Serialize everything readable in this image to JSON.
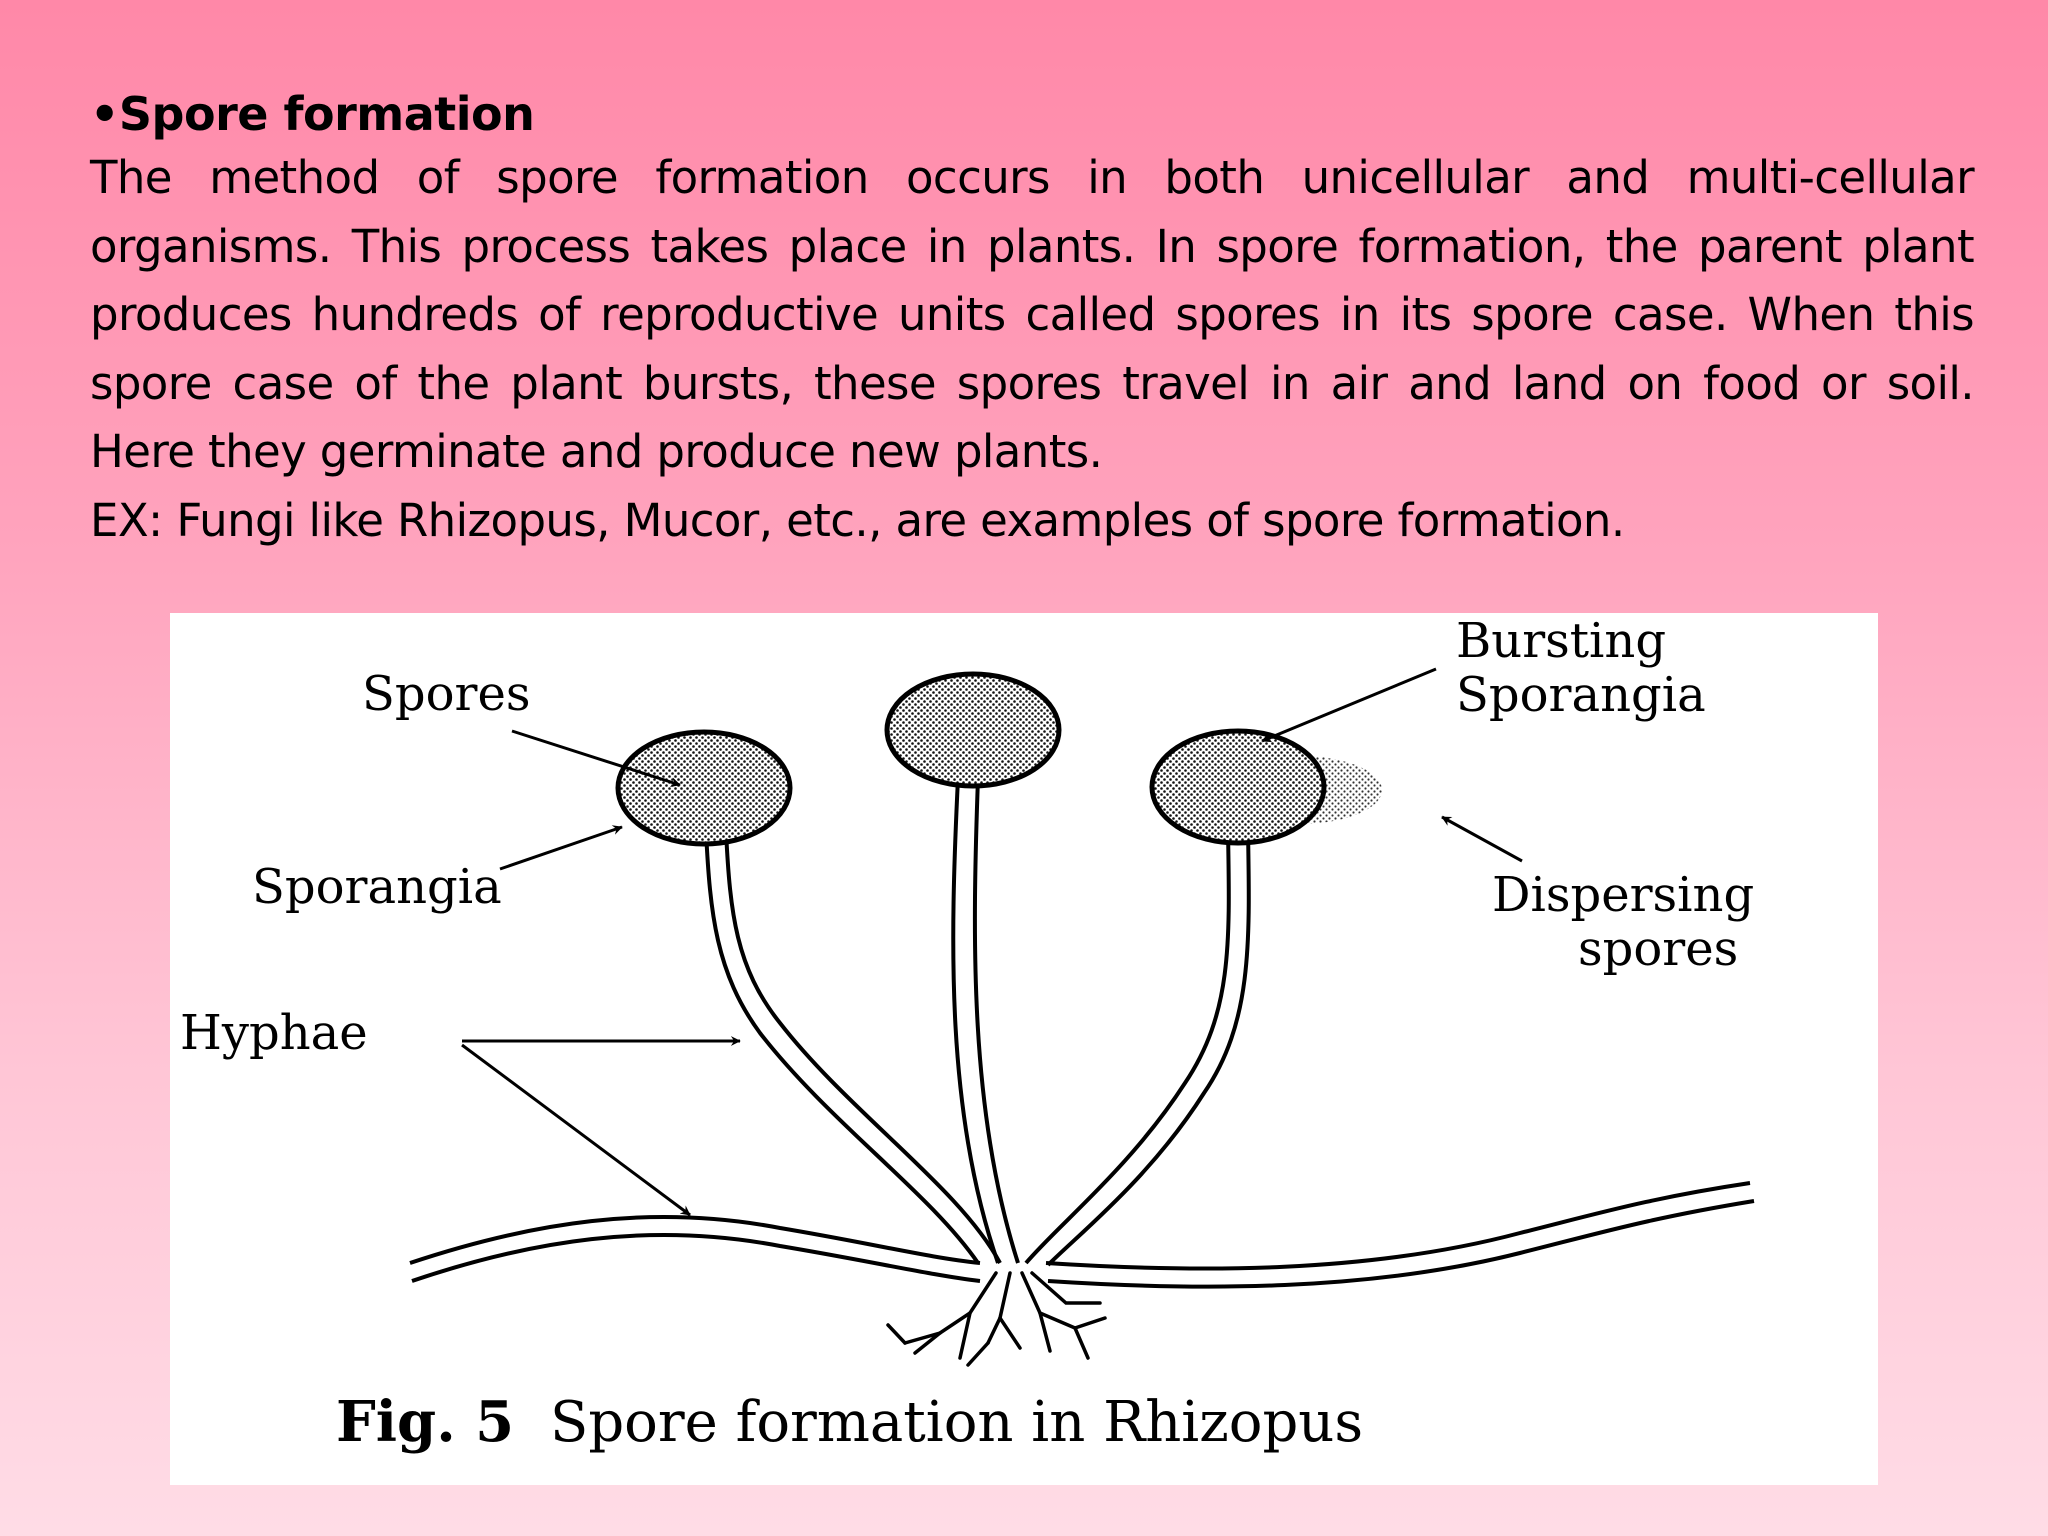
{
  "slide": {
    "heading_bullet": "•",
    "heading": "Spore formation",
    "paragraph": "The method of spore formation occurs in both unicellular and multi-cellular organisms. This process takes place in plants. In spore formation, the parent plant produces hundreds of reproductive units called spores in its spore case. When this spore case of the plant bursts, these spores travel in air and land on food or soil. Here they germinate and produce new plants.",
    "example": "EX: Fungi like Rhizopus, Mucor, etc., are examples of spore formation."
  },
  "figure": {
    "labels": {
      "spores": "Spores",
      "sporangia": "Sporangia",
      "hyphae": "Hyphae",
      "bursting_line1": "Bursting",
      "bursting_line2": "Sporangia",
      "dispersing_line1": "Dispersing",
      "dispersing_line2": "spores"
    },
    "caption_fig": "Fig. 5",
    "caption_text": "Spore formation in Rhizopus"
  }
}
